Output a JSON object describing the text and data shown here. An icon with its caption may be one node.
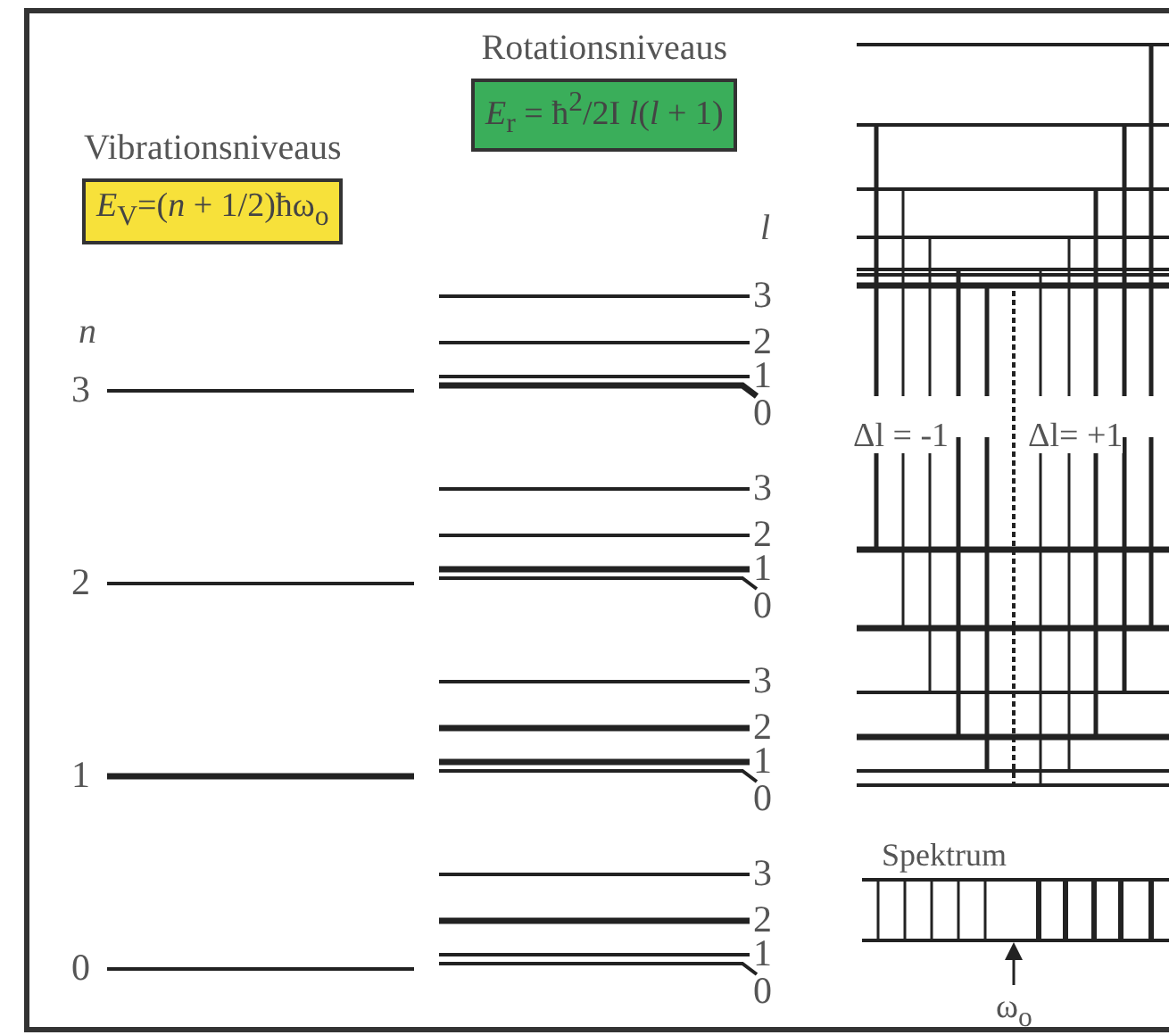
{
  "diagram": {
    "nodes": [
      {
        "text": [
          "Vibrationsniveaus",
          "*E*$_{V}$=(*n* + 1/2)ħω$_{o}$"
        ]
      },
      {
        "text": [
          "Rotationsniveaus",
          "*E*$_{r}$ = ħ$^{2}$/2I *l*(*l* + 1)"
        ]
      }
    ],
    "edges": [],
    "labels": [
      "*l*",
      "*n*",
      "3",
      "3",
      "2",
      "1",
      "0",
      "2",
      "3",
      "2",
      "1",
      "0",
      "1",
      "3",
      "2",
      "1",
      "0",
      "0",
      "3",
      "2",
      "1",
      "0",
      "Δl = -1",
      "Δl= +1",
      "Spektrum",
      "ω$_{o}$"
    ]
  }
}
